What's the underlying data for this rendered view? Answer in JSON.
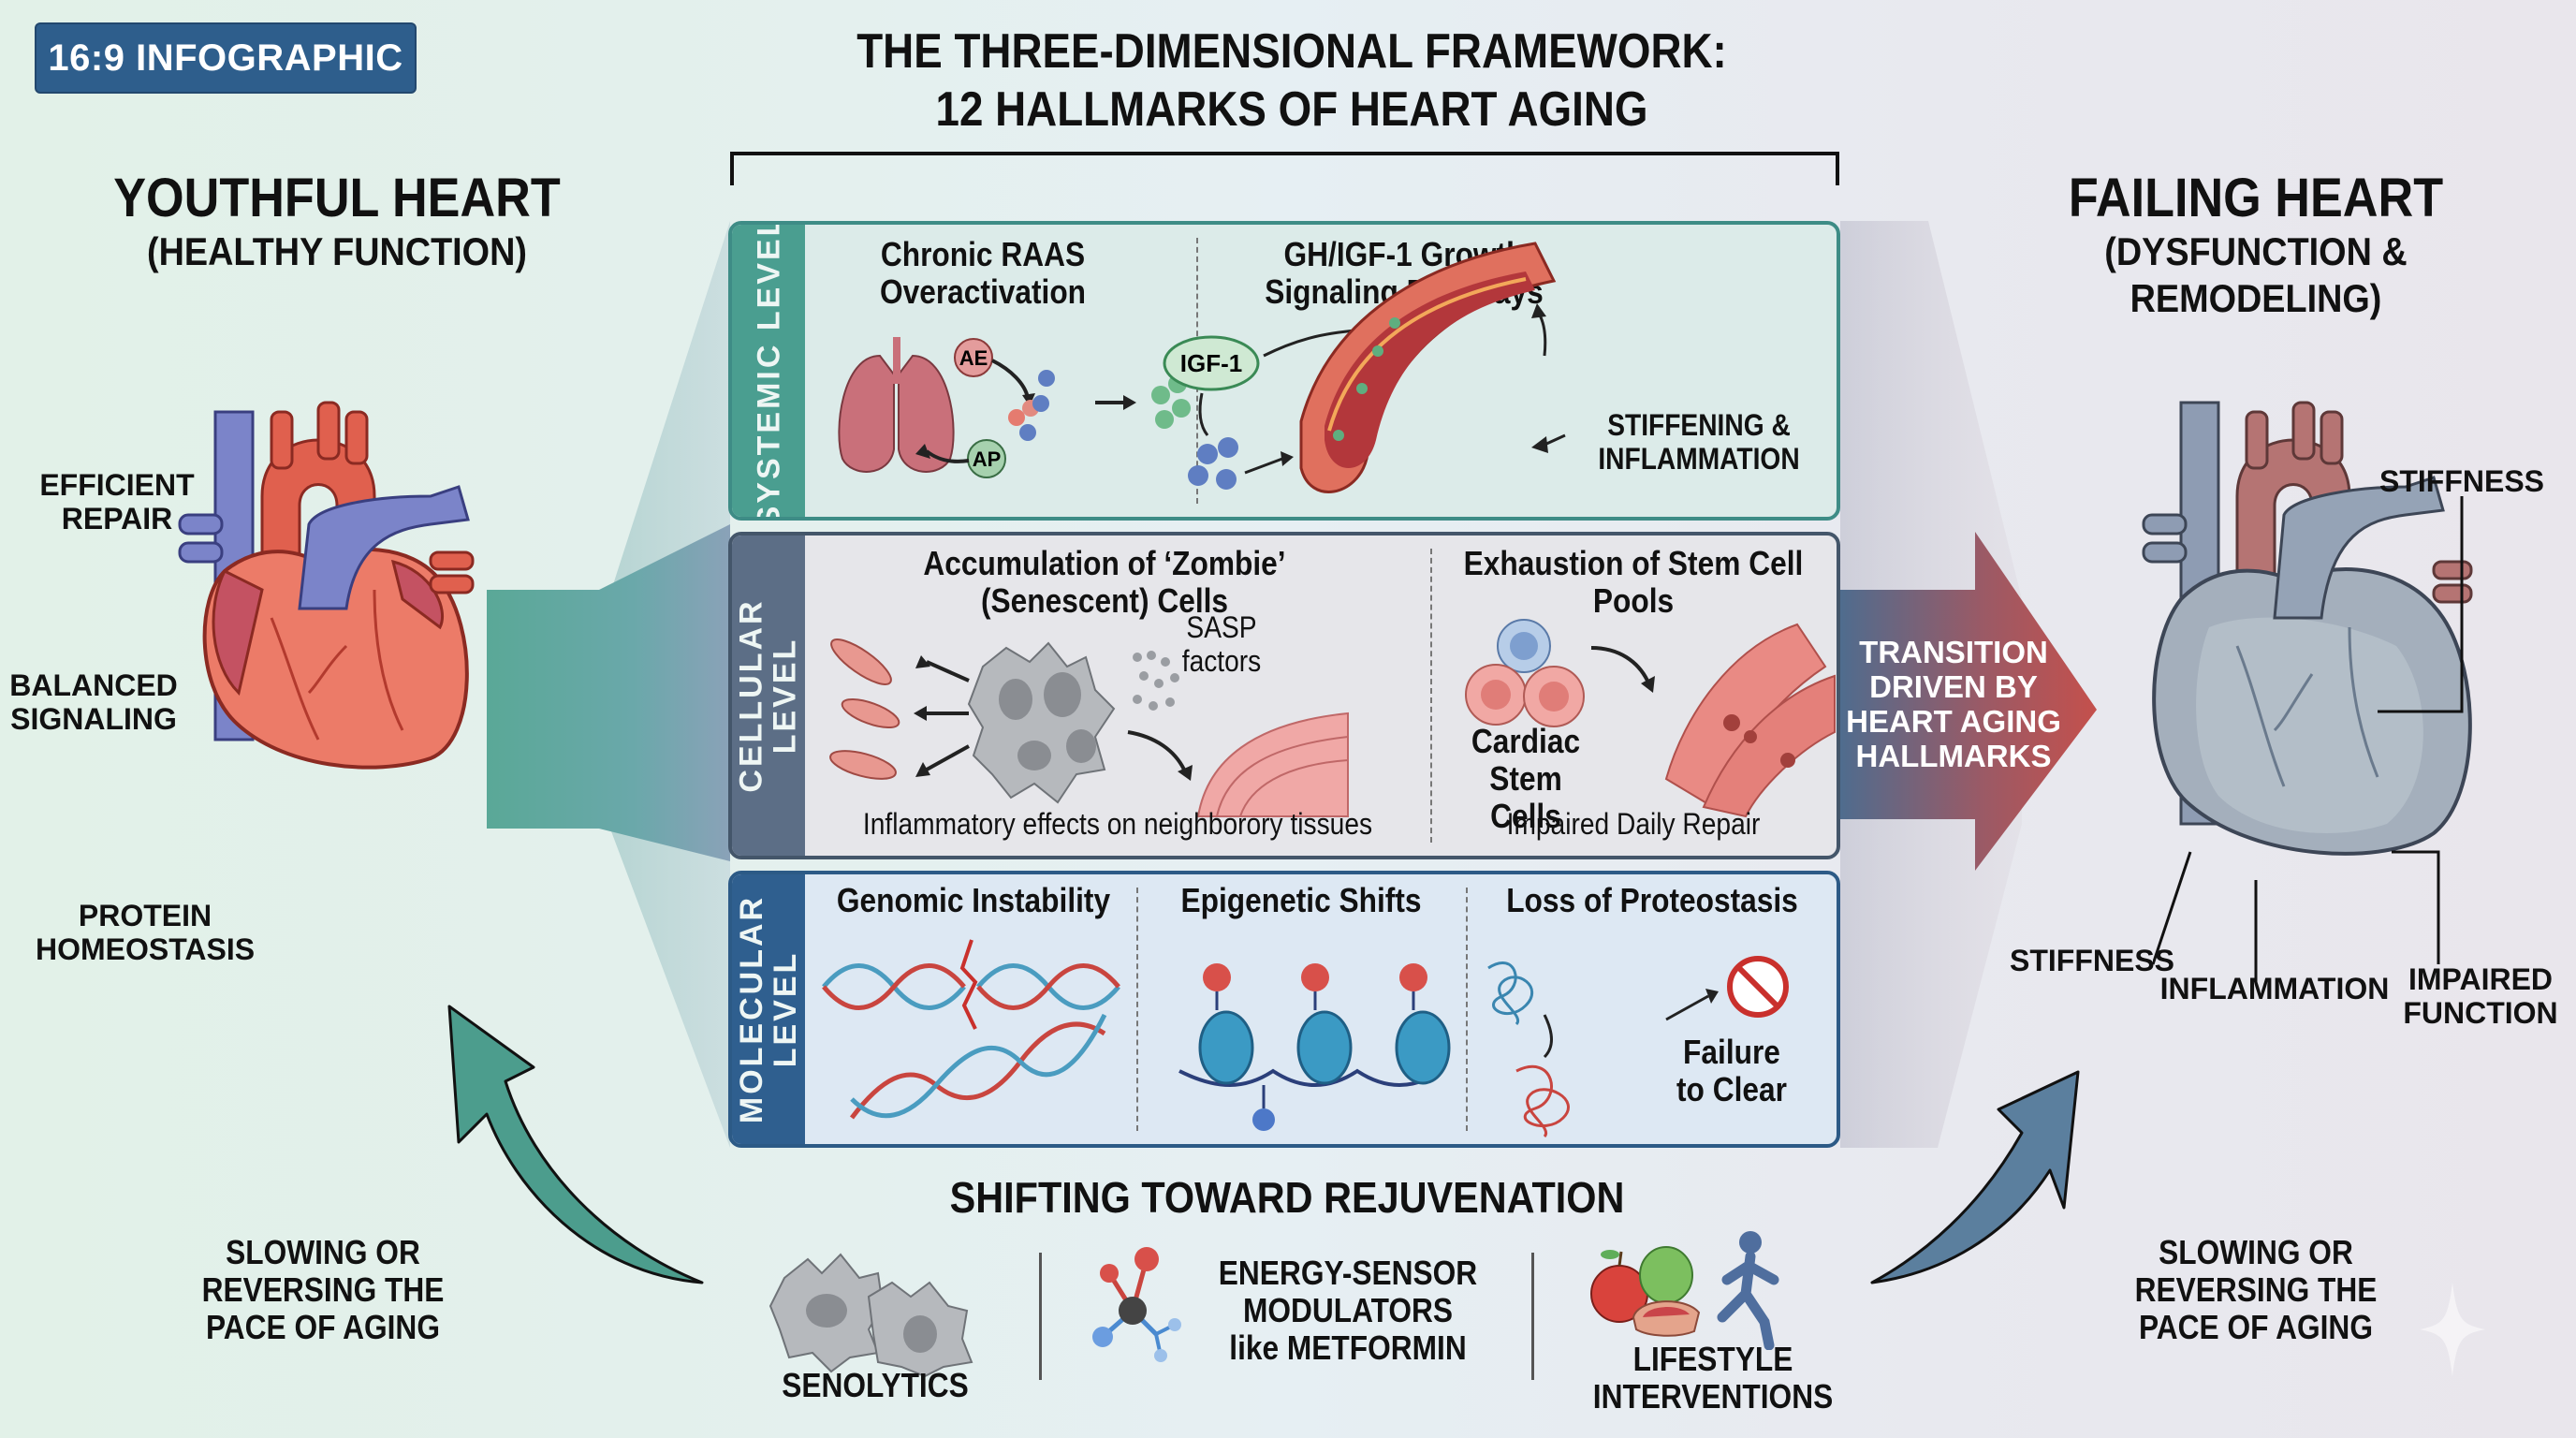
{
  "badge": "16:9 INFOGRAPHIC",
  "title": {
    "line1": "THE THREE-DIMENSIONAL FRAMEWORK:",
    "line2": "12 HALLMARKS OF HEART AGING"
  },
  "left": {
    "title": "YOUTHFUL HEART",
    "subtitle": "(HEALTHY FUNCTION)",
    "labels": [
      {
        "line1": "EFFICIENT",
        "line2": "REPAIR"
      },
      {
        "line1": "BALANCED",
        "line2": "SIGNALING"
      },
      {
        "line1": "PROTEIN",
        "line2": "HOMEOSTASIS"
      }
    ],
    "arrow_text": [
      "SLOWING OR",
      "REVERSING THE",
      "PACE OF AGING"
    ]
  },
  "right": {
    "title": "FAILING HEART",
    "subtitle": "(DYSFUNCTION & REMODELING)",
    "labels": {
      "stiffness_top": "STIFFNESS",
      "stiffness_bottom": "STIFFNESS",
      "inflammation": "INFLAMMATION",
      "impaired_line1": "IMPAIRED",
      "impaired_line2": "FUNCTION"
    },
    "arrow_text": [
      "SLOWING OR",
      "REVERSING THE",
      "PACE OF AGING"
    ]
  },
  "transition": [
    "TRANSITION",
    "DRIVEN BY",
    "HEART AGING",
    "HALLMARKS"
  ],
  "levels": {
    "systemic": {
      "tab": "SYSTEMIC LEVEL",
      "sections": [
        {
          "title_line1": "Chronic RAAS",
          "title_line2": "Overactivation",
          "nodes": [
            "AE",
            "AP"
          ]
        },
        {
          "title_line1": "GH/IGF-1 Growth",
          "title_line2": "Signaling Pathways",
          "nodes": [
            "IGF-1"
          ]
        }
      ],
      "annotation_line1": "STIFFENING &",
      "annotation_line2": "INFLAMMATION"
    },
    "cellular": {
      "tab_line1": "CELLULAR",
      "tab_line2": "LEVEL",
      "sections": [
        {
          "title_line1": "Accumulation of ‘Zombie’",
          "title_line2": "(Senescent) Cells",
          "tag_line1": "SASP",
          "tag_line2": "factors",
          "caption": "Inflammatory effects on neighborory tissues"
        },
        {
          "title_line1": "Exhaustion of Stem Cell Pools",
          "tag_line1": "Cardiac",
          "tag_line2": "Stem Cells",
          "caption": "Impaired Daily Repair"
        }
      ]
    },
    "molecular": {
      "tab_line1": "MOLECULAR",
      "tab_line2": "LEVEL",
      "sections": [
        {
          "title": "Genomic Instability"
        },
        {
          "title": "Epigenetic Shifts"
        },
        {
          "title": "Loss of Proteostasis",
          "tag_line1": "Failure",
          "tag_line2": "to Clear"
        }
      ]
    }
  },
  "rejuvenation": {
    "title": "SHIFTING TOWARD REJUVENATION",
    "items": [
      {
        "label_lines": [
          "SENOLYTICS"
        ],
        "icon": "senescent-cells-icon"
      },
      {
        "label_lines": [
          "ENERGY-SENSOR",
          "MODULATORS",
          "like METFORMIN"
        ],
        "icon": "molecule-icon"
      },
      {
        "label_lines": [
          "LIFESTYLE",
          "INTERVENTIONS"
        ],
        "icon": "food-exercise-icon"
      }
    ]
  },
  "colors": {
    "teal": "#4a9e90",
    "slate": "#5c6e86",
    "navy": "#2f5f8f",
    "heart_red": "#e8705e",
    "vessel_blue": "#7b84c9",
    "failing_gray": "#8e9cad",
    "transition_red": "#c0504d"
  }
}
